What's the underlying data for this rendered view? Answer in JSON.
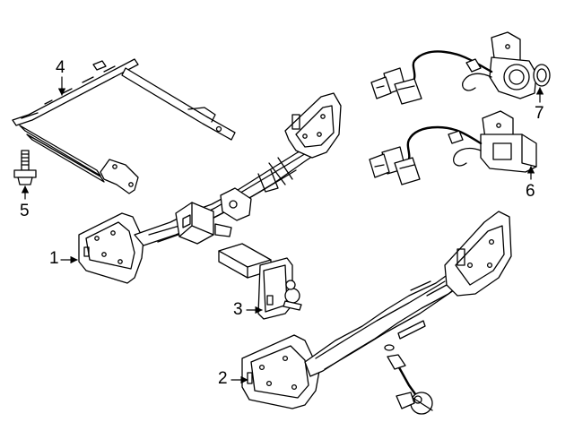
{
  "diagram": {
    "callouts": [
      {
        "id": "1",
        "label": "1"
      },
      {
        "id": "2",
        "label": "2"
      },
      {
        "id": "3",
        "label": "3"
      },
      {
        "id": "4",
        "label": "4"
      },
      {
        "id": "5",
        "label": "5"
      },
      {
        "id": "6",
        "label": "6"
      },
      {
        "id": "7",
        "label": "7"
      }
    ],
    "colors": {
      "line": "#000000",
      "fill": "#ffffff",
      "shade": "#cfcfcf"
    }
  }
}
